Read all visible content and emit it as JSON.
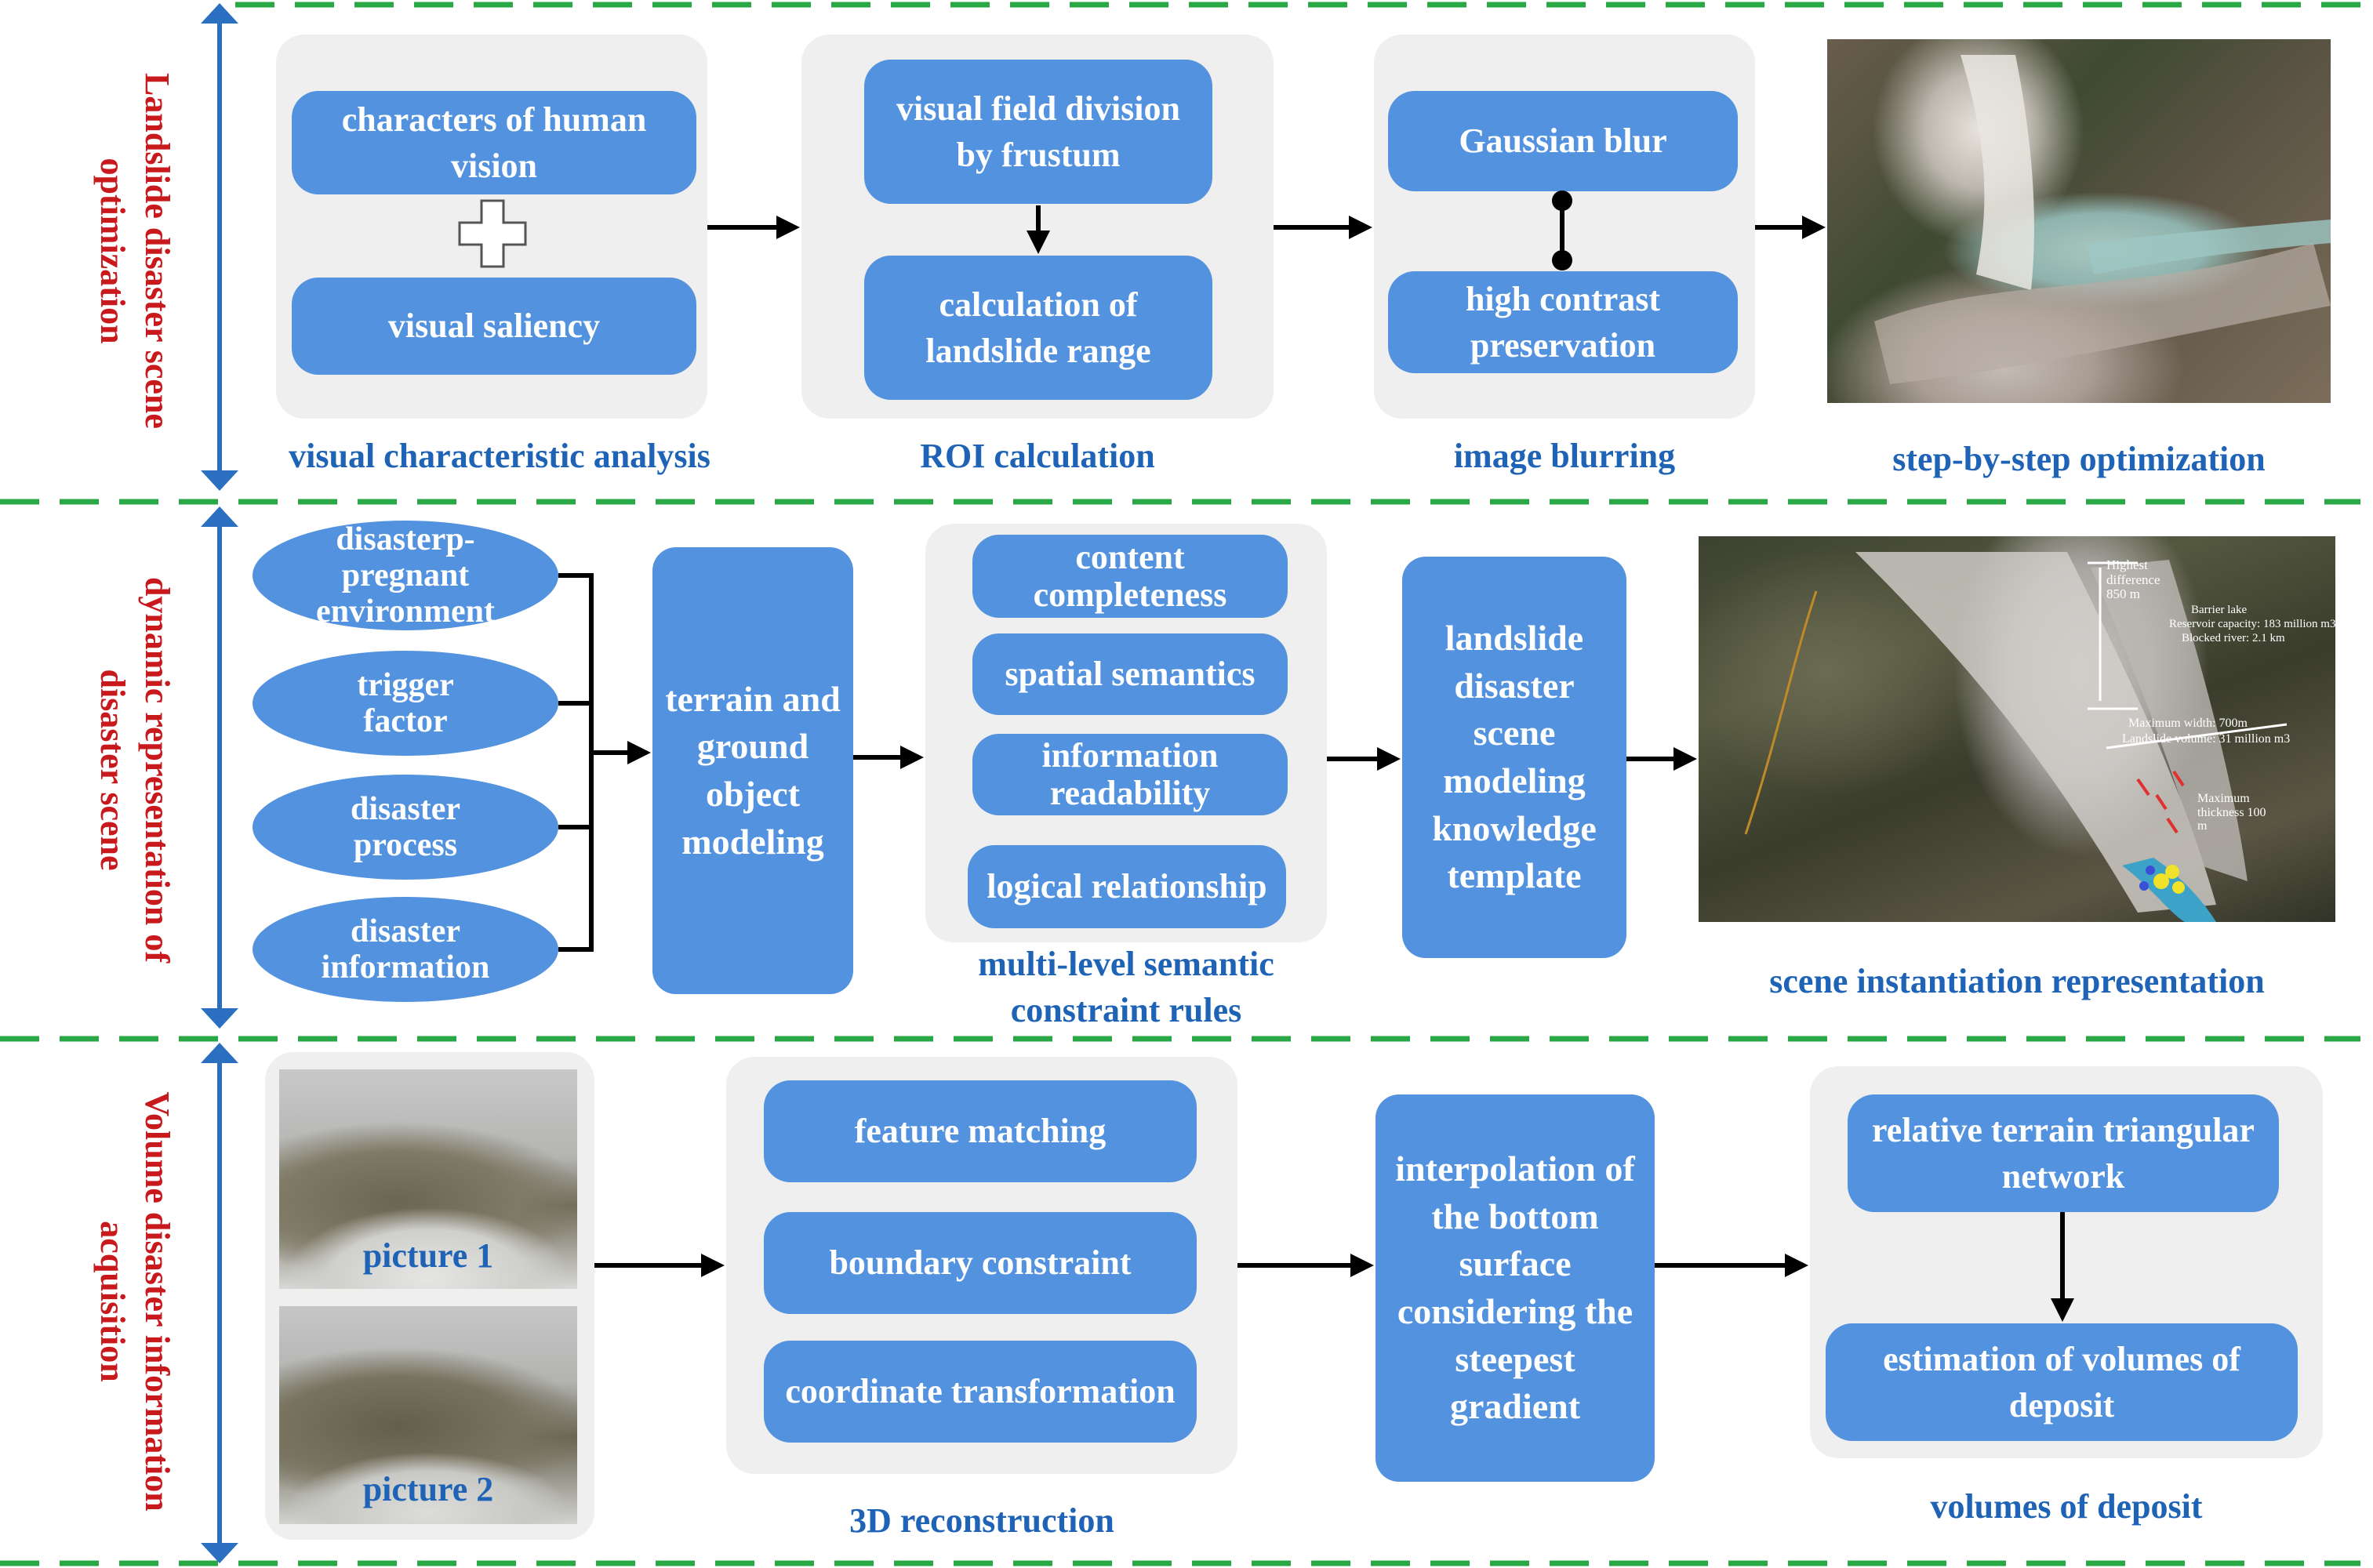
{
  "rows": [
    {
      "side_label": "Landslide disaster scene optimization",
      "panels": [
        {
          "caption": "visual characteristic analysis",
          "boxes": [
            "characters of human vision",
            "visual saliency"
          ]
        },
        {
          "caption": "ROI calculation",
          "boxes": [
            "visual field division by frustum",
            "calculation of landslide range"
          ]
        },
        {
          "caption": "image blurring",
          "boxes": [
            "Gaussian blur",
            "high contrast preservation"
          ]
        },
        {
          "caption": "step-by-step optimization"
        }
      ]
    },
    {
      "side_label": "dynamic representation of disaster scene",
      "factors": [
        "disasterp-pregnant environment",
        "trigger factor",
        "disaster process",
        "disaster information"
      ],
      "modeling_box": "terrain and ground object modeling",
      "rules": {
        "caption": "multi-level semantic constraint rules",
        "items": [
          "content completeness",
          "spatial semantics",
          "information readability",
          "logical relationship"
        ]
      },
      "template_box": "landslide disaster scene modeling knowledge template",
      "instantiation": {
        "caption": "scene instantiation representation",
        "annotations": {
          "highest_difference": "Highest difference 850 m",
          "barrier_lake": "Barrier lake",
          "reservoir_capacity": "Reservoir capacity: 183 million m3",
          "blocked_river": "Blocked river: 2.1 km",
          "max_width": "Maximum width: 700m",
          "landslide_volume": "Landslide volume: 31 million m3",
          "max_thickness": "Maximum thickness 100 m"
        }
      }
    },
    {
      "side_label": "Volume disaster information acquisition",
      "pictures": [
        "picture 1",
        "picture 2"
      ],
      "reconstruction": {
        "caption": "3D reconstruction",
        "items": [
          "feature matching",
          "boundary constraint",
          "coordinate transformation"
        ]
      },
      "interpolation_box": "interpolation of the bottom surface considering the steepest gradient",
      "volumes": {
        "caption": "volumes of deposit",
        "items": [
          "relative terrain triangular network",
          "estimation of volumes of deposit"
        ]
      }
    }
  ],
  "colors": {
    "box": "#5392de",
    "panel": "#efefef",
    "caption": "#1e63b5",
    "side_label": "#c8191d",
    "separator": "#2aa845",
    "axis": "#2a6fc0"
  }
}
